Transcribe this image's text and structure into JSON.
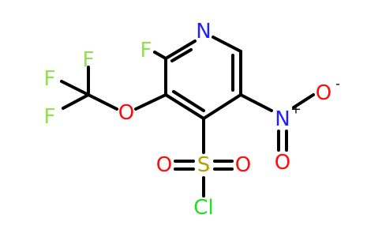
{
  "colors": {
    "bond": "#000000",
    "nitrogen": "#1f1fff",
    "oxygen": "#ff0d0d",
    "fluorine": "#90e050",
    "sulfur": "#b3a000",
    "chlorine": "#1fe01f"
  },
  "atoms": {
    "ring_n": "N",
    "f_ring": "F",
    "ether_o": "O",
    "cf3_f1": "F",
    "cf3_f2": "F",
    "cf3_f3": "F",
    "s": "S",
    "so_o_left": "O",
    "so_o_right": "O",
    "cl": "Cl",
    "nitro_n": "N",
    "nitro_n_charge": "+",
    "nitro_o_top": "O",
    "nitro_o_top_charge": "-",
    "nitro_o_bottom": "O"
  }
}
